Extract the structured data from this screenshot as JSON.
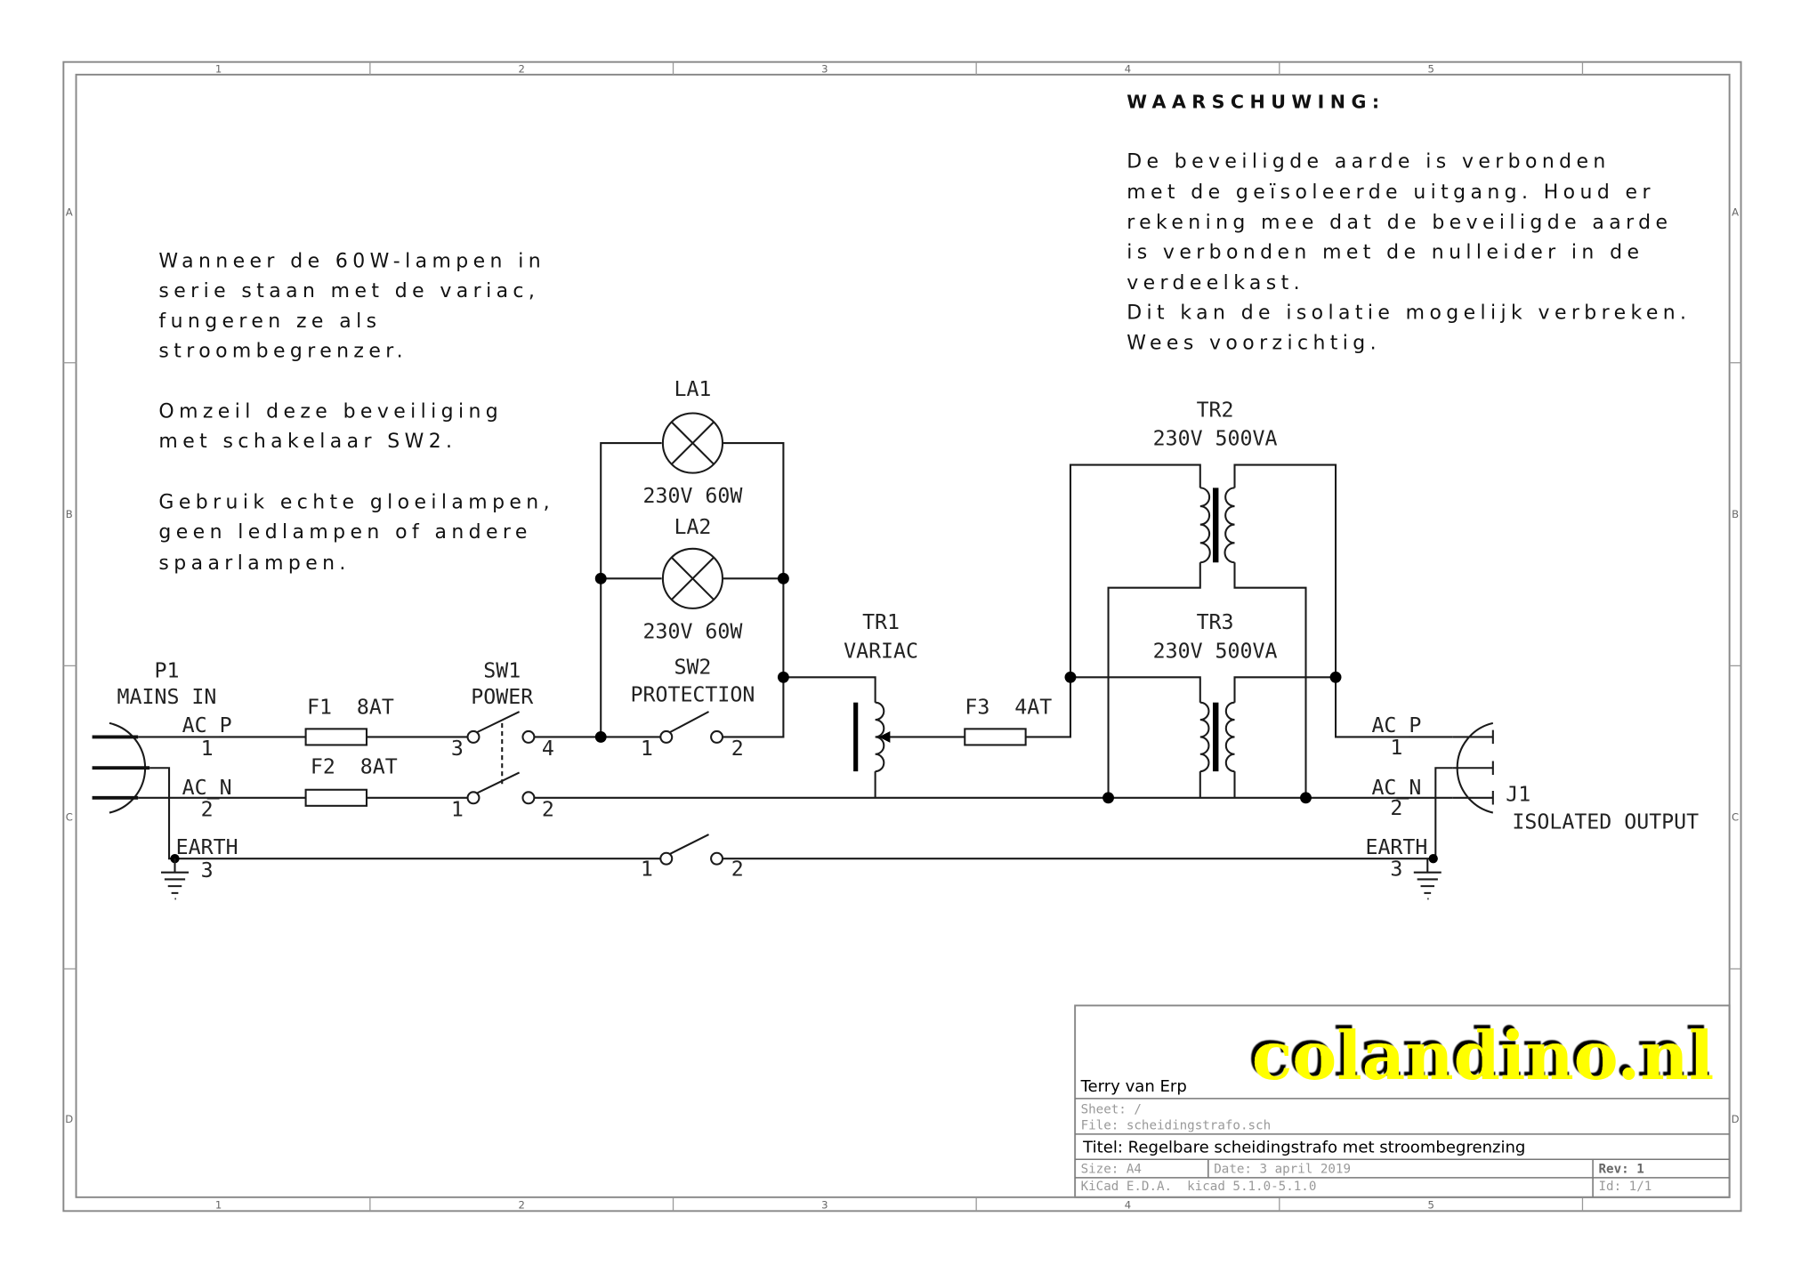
{
  "frame": {
    "columns": [
      "1",
      "2",
      "3",
      "4",
      "5"
    ],
    "rows": [
      "A",
      "B",
      "C",
      "D"
    ]
  },
  "notes": {
    "left": [
      "Wanneer de 60W-lampen in",
      "serie staan  met de variac,",
      "fungeren ze als",
      "stroombegrenzer.",
      "",
      "Omzeil deze beveiliging",
      "met schakelaar SW2.",
      "",
      "Gebruik echte gloeilampen,",
      "geen ledlampen of andere",
      "spaarlampen."
    ],
    "warning_title": "WAARSCHUWING:",
    "warning": [
      "De beveiligde aarde is verbonden",
      "met de geïsoleerde uitgang. Houd er",
      "rekening mee dat de beveiligde aarde",
      "is verbonden met de nulleider in de",
      "verdeelkast.",
      "Dit kan de isolatie mogelijk verbreken.",
      "Wees voorzichtig."
    ]
  },
  "components": {
    "p1": {
      "ref": "P1",
      "value": "MAINS IN",
      "pins": [
        "AC_P",
        "1",
        "AC_N",
        "2",
        "EARTH",
        "3"
      ]
    },
    "f1": {
      "label": "F1  8AT"
    },
    "f2": {
      "label": "F2  8AT"
    },
    "sw1": {
      "ref": "SW1",
      "value": "POWER",
      "pins": [
        "3",
        "4",
        "1",
        "2"
      ]
    },
    "la1": {
      "ref": "LA1",
      "value": "230V 60W"
    },
    "la2": {
      "ref": "LA2",
      "value": "230V 60W"
    },
    "sw2": {
      "ref": "SW2",
      "value": "PROTECTION",
      "pins": [
        "1",
        "2"
      ]
    },
    "sw_earth": {
      "pins": [
        "1",
        "2"
      ]
    },
    "tr1": {
      "ref": "TR1",
      "value": "VARIAC"
    },
    "f3": {
      "label": "F3  4AT"
    },
    "tr2": {
      "ref": "TR2",
      "value": "230V 500VA"
    },
    "tr3": {
      "ref": "TR3",
      "value": "230V 500VA"
    },
    "j1": {
      "ref": "J1",
      "value": "ISOLATED OUTPUT",
      "pins": [
        "AC_P",
        "1",
        "AC_N",
        "2",
        "EARTH",
        "3"
      ]
    }
  },
  "title_block": {
    "logo": "colandino.nl",
    "logo_color": "#ffff00",
    "author": "Terry van Erp",
    "sheet": "Sheet: /",
    "file": "File: scheidingstrafo.sch",
    "title": "Titel: Regelbare scheidingstrafo met stroombegrenzing",
    "size": "Size: A4",
    "date": "Date: 3 april 2019",
    "rev": "Rev: 1",
    "tool": "KiCad E.D.A.  kicad 5.1.0-5.1.0",
    "id": "Id: 1/1"
  }
}
